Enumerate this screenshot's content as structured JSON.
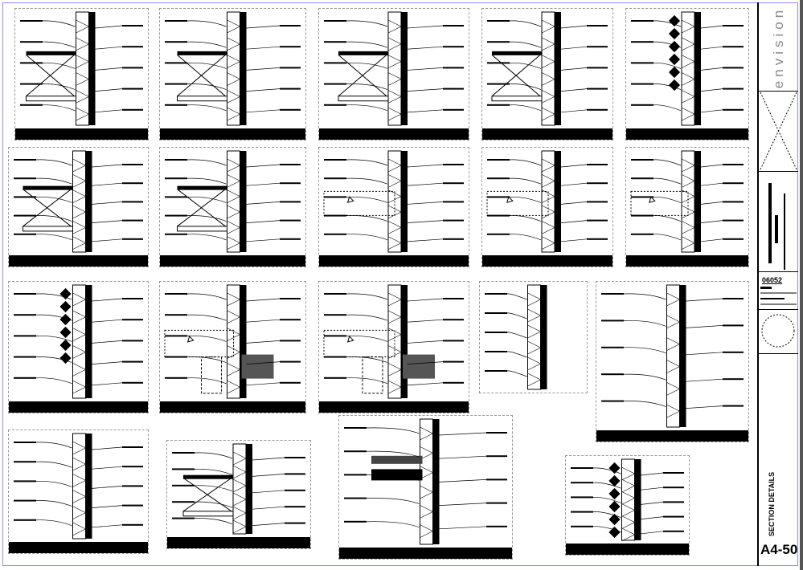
{
  "title_block": {
    "firm": "envision",
    "project_number": "06052",
    "sheet_title": "SECTION DETAILS",
    "sheet_number": "A4-50"
  },
  "details": [
    {
      "kind": "wall-floor"
    },
    {
      "kind": "wall-corner"
    },
    {
      "kind": "truss"
    },
    {
      "kind": "ceiling"
    },
    {
      "kind": "wall-hatch"
    },
    {
      "kind": "truss"
    },
    {
      "kind": "wall-corner"
    },
    {
      "kind": "slab"
    },
    {
      "kind": "slab"
    },
    {
      "kind": "slab-top"
    },
    {
      "kind": "wall-hatch"
    },
    {
      "kind": "footing"
    },
    {
      "kind": "footing"
    },
    {
      "kind": "small"
    },
    {
      "kind": "tall"
    },
    {
      "kind": "small"
    },
    {
      "kind": "wall-corner"
    },
    {
      "kind": "roof"
    },
    {
      "kind": "wall-hatch"
    }
  ]
}
